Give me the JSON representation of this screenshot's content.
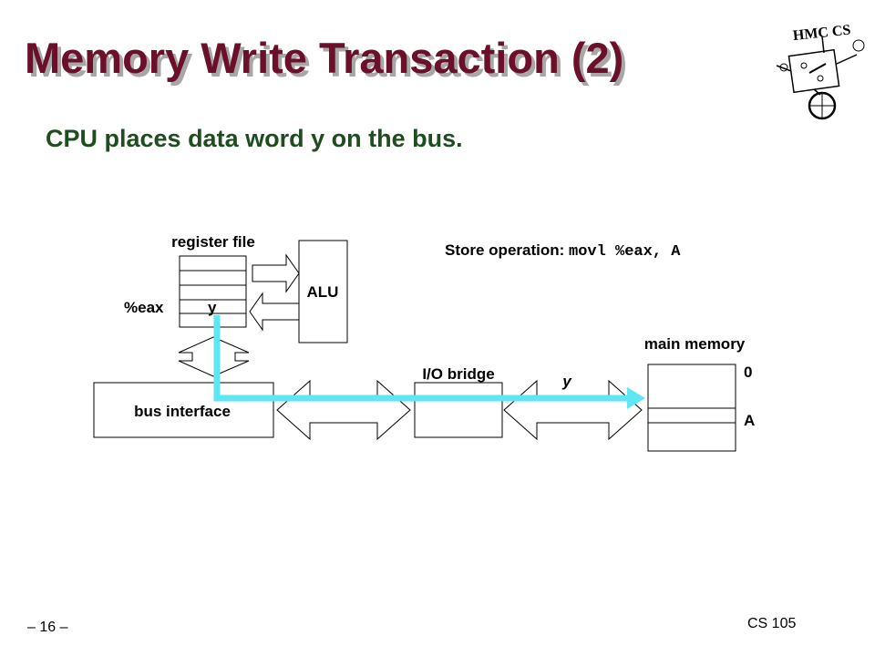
{
  "slide": {
    "title": "Memory Write Transaction (2)",
    "subtitle": "CPU places data word y on the bus.",
    "page_number": "– 16 –",
    "course": "CS 105",
    "logo_text": "HMC CS"
  },
  "diagram": {
    "register_file_label": "register file",
    "register_name": "%eax",
    "register_value": "y",
    "alu_label": "ALU",
    "store_prefix": "Store operation: ",
    "store_instruction": "movl %eax, A",
    "bus_interface_label": "bus interface",
    "io_bridge_label": "I/O bridge",
    "bus_data_label": "y",
    "main_memory_label": "main memory",
    "memory_addr_0": "0",
    "memory_addr_a": "A"
  },
  "colors": {
    "title": "#6b0f2a",
    "subtitle": "#1f4d1f",
    "data_path": "#5ee6f2"
  }
}
